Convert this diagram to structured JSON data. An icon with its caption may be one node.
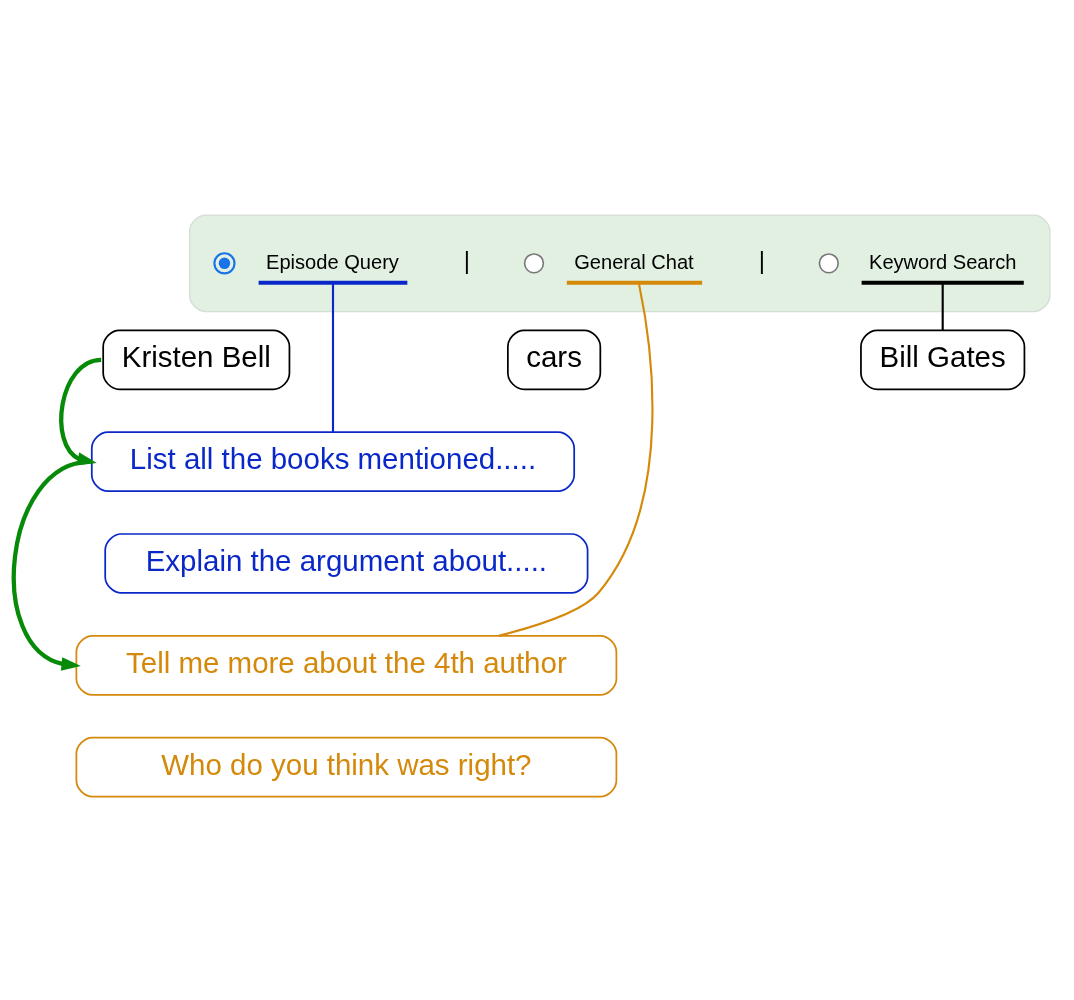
{
  "diagram": {
    "nodes": [
      {
        "text": [],
        "shape": "box"
      },
      {
        "text": [],
        "shape": "circle",
        "in": 0
      },
      {
        "text": [
          "Episode Query"
        ],
        "in": 0
      },
      {
        "text": [],
        "shape": "circle",
        "in": 0
      },
      {
        "text": [
          "General Chat"
        ],
        "in": 0
      },
      {
        "text": [],
        "shape": "circle",
        "in": 0
      },
      {
        "text": [
          "Keyword Search"
        ],
        "in": 0
      },
      {
        "text": [
          "Kristen Bell"
        ]
      },
      {
        "text": [
          "cars"
        ]
      },
      {
        "text": [
          "Bill Gates"
        ]
      },
      {
        "text": [
          "List all the books mentioned....."
        ]
      },
      {
        "text": [
          "Explain the argument about....."
        ]
      },
      {
        "text": [
          "Tell me more about the 4th author"
        ]
      },
      {
        "text": [
          "Who do you think was right?"
        ]
      }
    ],
    "edges": [
      {
        "from": 2,
        "to": 10,
        "arrow": "none",
        "color": "#0a28c8"
      },
      {
        "from": 4,
        "to": 12,
        "arrow": "none",
        "color": "#d4890a"
      },
      {
        "from": 6,
        "to": 9,
        "arrow": "none",
        "color": "#000000"
      },
      {
        "from": 7,
        "to": 10,
        "arrow": "to",
        "style": "thick",
        "color": "#078a07"
      },
      {
        "from": 10,
        "to": 12,
        "arrow": "to",
        "style": "thick",
        "color": "#078a07"
      }
    ],
    "labels": [
      "|",
      "|"
    ]
  }
}
